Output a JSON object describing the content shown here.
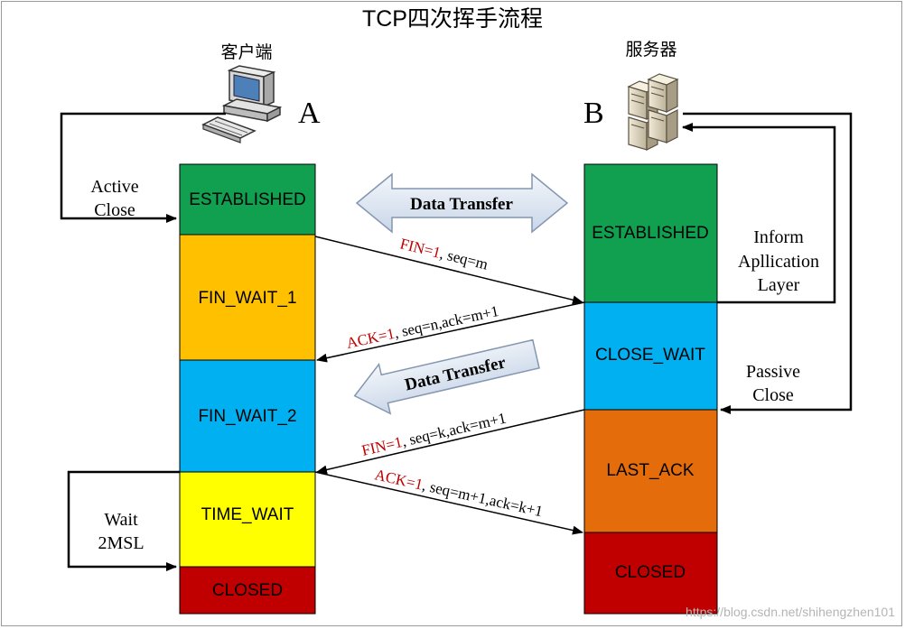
{
  "title": "TCP四次挥手流程",
  "client": {
    "label": "客户端",
    "letter": "A"
  },
  "server": {
    "label": "服务器",
    "letter": "B"
  },
  "client_states": [
    {
      "name": "ESTABLISHED",
      "color": "#10a050"
    },
    {
      "name": "FIN_WAIT_1",
      "color": "#ffc000"
    },
    {
      "name": "FIN_WAIT_2",
      "color": "#00b0f0"
    },
    {
      "name": "TIME_WAIT",
      "color": "#ffff00"
    },
    {
      "name": "CLOSED",
      "color": "#c00000"
    }
  ],
  "server_states": [
    {
      "name": "ESTABLISHED",
      "color": "#10a050"
    },
    {
      "name": "CLOSE_WAIT",
      "color": "#00b0f0"
    },
    {
      "name": "LAST_ACK",
      "color": "#e46c0a"
    },
    {
      "name": "CLOSED",
      "color": "#c00000"
    }
  ],
  "side_labels": {
    "active_close": [
      "Active",
      "Close"
    ],
    "wait_2msl": [
      "Wait",
      "2MSL"
    ],
    "inform_app": [
      "Inform",
      "Apllication",
      "Layer"
    ],
    "passive_close": [
      "Passive",
      "Close"
    ]
  },
  "transfers": {
    "top": "Data Transfer",
    "middle": "Data Transfer"
  },
  "messages": [
    {
      "flag": "FIN=1",
      "rest": ", seq=m"
    },
    {
      "flag": "ACK=1",
      "rest": ", seq=n,ack=m+1"
    },
    {
      "flag": "FIN=1",
      "rest": ", seq=k,ack=m+1"
    },
    {
      "flag": "ACK=1",
      "rest": ", seq=m+1,ack=k+1"
    }
  ],
  "watermark": "https://blog.csdn.net/shihengzhen101",
  "colors": {
    "flag_red": "#c00000",
    "arrow": "#000000",
    "transfer_fill": "#dbe5f1",
    "transfer_stroke": "#8496b0"
  }
}
